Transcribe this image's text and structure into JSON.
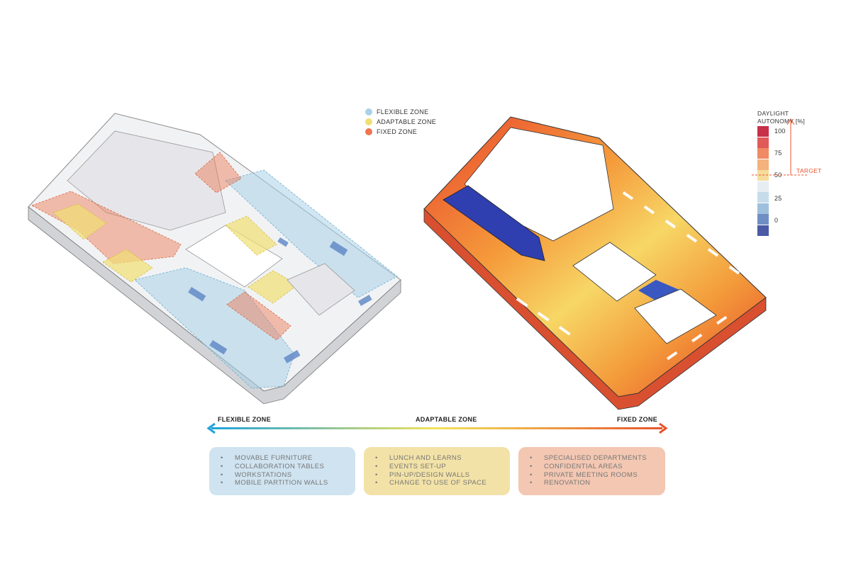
{
  "legend": {
    "items": [
      {
        "label": "FLEXIBLE ZONE",
        "color": "#a9d2e8"
      },
      {
        "label": "ADAPTABLE ZONE",
        "color": "#f1df74"
      },
      {
        "label": "FIXED ZONE",
        "color": "#ee7550"
      }
    ]
  },
  "daylight_scale": {
    "title_line1": "DAYLIGHT",
    "title_line2": "AUTONOMY [%]",
    "labels": [
      "100",
      "75",
      "50",
      "25",
      "0"
    ],
    "target_label": "TARGET",
    "colors": [
      "#c8304a",
      "#e05a58",
      "#ef8a64",
      "#f4b27c",
      "#f6dc9a",
      "#e6eef4",
      "#c7dceb",
      "#9ec0dd",
      "#6f8fc4",
      "#4a5aa5"
    ]
  },
  "spectrum": {
    "left_label": "FLEXIBLE ZONE",
    "center_label": "ADAPTABLE ZONE",
    "right_label": "FIXED ZONE",
    "left_color": "#1fa3dc",
    "right_color": "#e8542b"
  },
  "zone_boxes": [
    {
      "color": "#cfe3f0",
      "items": [
        "MOVABLE FURNITURE",
        "COLLABORATION TABLES",
        "WORKSTATIONS",
        "MOBILE PARTITION WALLS"
      ]
    },
    {
      "color": "#f2e2a7",
      "items": [
        "LUNCH AND LEARNS",
        "EVENTS SET-UP",
        "PIN-UP/DESIGN WALLS",
        "CHANGE TO USE OF SPACE"
      ]
    },
    {
      "color": "#f3c7b2",
      "items": [
        "SPECIALISED DEPARTMENTS",
        "CONFIDENTIAL AREAS",
        "PRIVATE MEETING ROOMS",
        "RENOVATION"
      ]
    }
  ]
}
